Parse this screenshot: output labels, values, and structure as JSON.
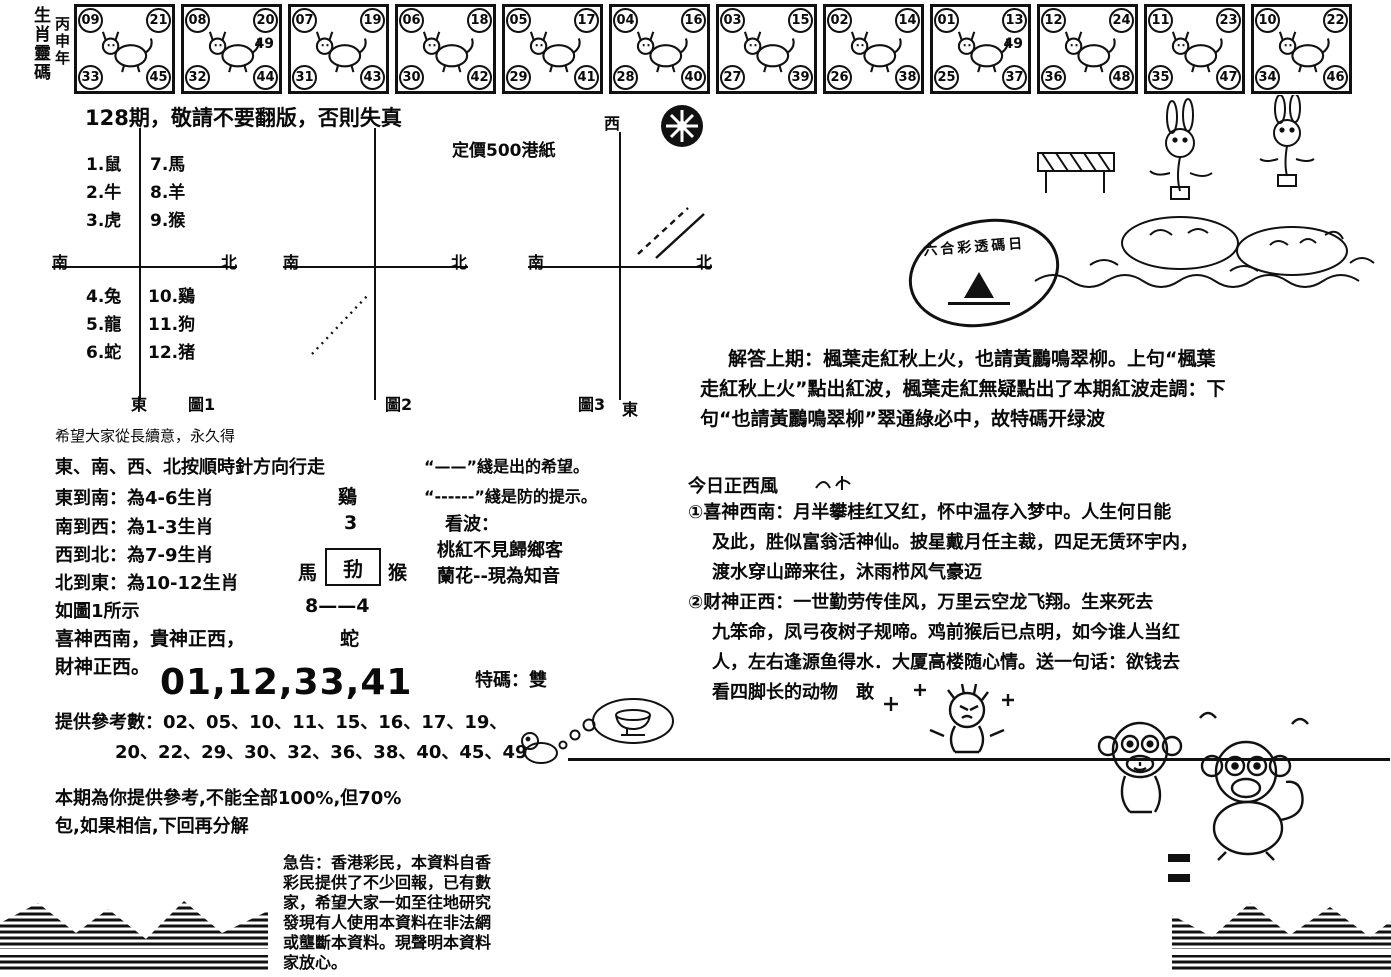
{
  "sidebar": {
    "title": "生肖靈碼",
    "year": "丙申年"
  },
  "header": {
    "notice": "128期，敬請不要翻版，否則失真",
    "price": "定價500港紙"
  },
  "top_row": {
    "boxes": [
      {
        "tl": "09",
        "tr": "21",
        "bl": "33",
        "br": "45",
        "extra": "",
        "animal": "rat"
      },
      {
        "tl": "08",
        "tr": "20",
        "bl": "32",
        "br": "44",
        "extra": "49",
        "animal": "ox"
      },
      {
        "tl": "07",
        "tr": "19",
        "bl": "31",
        "br": "43",
        "extra": "",
        "animal": "tiger"
      },
      {
        "tl": "06",
        "tr": "18",
        "bl": "30",
        "br": "42",
        "extra": "",
        "animal": "rabbit"
      },
      {
        "tl": "05",
        "tr": "17",
        "bl": "29",
        "br": "41",
        "extra": "",
        "animal": "dragon"
      },
      {
        "tl": "04",
        "tr": "16",
        "bl": "28",
        "br": "40",
        "extra": "",
        "animal": "snake"
      },
      {
        "tl": "03",
        "tr": "15",
        "bl": "27",
        "br": "39",
        "extra": "",
        "animal": "horse"
      },
      {
        "tl": "02",
        "tr": "14",
        "bl": "26",
        "br": "38",
        "extra": "",
        "animal": "goat"
      },
      {
        "tl": "01",
        "tr": "13",
        "bl": "25",
        "br": "37",
        "extra": "49",
        "animal": "monkey"
      },
      {
        "tl": "12",
        "tr": "24",
        "bl": "36",
        "br": "48",
        "extra": "",
        "animal": "rooster"
      },
      {
        "tl": "11",
        "tr": "23",
        "bl": "35",
        "br": "47",
        "extra": "",
        "animal": "dog"
      },
      {
        "tl": "10",
        "tr": "22",
        "bl": "34",
        "br": "46",
        "extra": "",
        "animal": "pig"
      }
    ]
  },
  "legend": {
    "r1c1": "1.鼠",
    "r1c2": "7.馬",
    "r2c1": "2.牛",
    "r2c2": "8.羊",
    "r3c1": "3.虎",
    "r3c2": "9.猴",
    "r4c1": "4.兔",
    "r4c2": "10.鷄",
    "r5c1": "5.龍",
    "r5c2": "11.狗",
    "r6c1": "6.蛇",
    "r6c2": "12.猪"
  },
  "diagrams": {
    "south": "南",
    "north": "北",
    "east": "東",
    "west": "西",
    "fig1": "圖1",
    "fig2": "圖2",
    "fig3": "圖3"
  },
  "left_column": {
    "hope": "希望大家從長續意，永久得",
    "walk": "東、南、西、北按順時針方向行走",
    "note1": "“——”綫是出的希望。",
    "note2": "“------”綫是防的提示。",
    "row1": "東到南：為4-6生肖",
    "row2": "南到西：為1-3生肖",
    "row3": "西到北：為7-9生肖",
    "row4": "北到東：為10-12生肖",
    "row5": "如圖1所示",
    "mini": {
      "top": "鷄",
      "num": "3",
      "left": "馬",
      "box": "劧",
      "right": "猴",
      "mid": "8——4",
      "bottom": "蛇"
    },
    "kanbo_title": "看波：",
    "kanbo1": "桃紅不見歸鄉客",
    "kanbo2": "蘭花--現為知音",
    "gods1": "喜神西南，貴神正西，",
    "gods2": "財神正西。",
    "big_numbers": "01,12,33,41",
    "special": "特碼：雙",
    "ref1": "提供參考數：02、05、10、11、15、16、17、19、",
    "ref2": "20、22、29、30、32、36、38、40、45、49",
    "disc1": "本期為你提供參考,不能全部100%,但70%",
    "disc2": "包,如果相信,下回再分解"
  },
  "right_column": {
    "answer_l1": "解答上期：楓葉走紅秋上火，也請黃鸝鳴翠柳。上句“楓葉",
    "answer_l2": "走紅秋上火”點出紅波，楓葉走紅無疑點出了本期紅波走調：下",
    "answer_l3": "句“也請黃鸝鳴翠柳”翠通綠必中，故特碼开绿波",
    "wind": "今日正西風",
    "item1_l1": "①喜神西南：月半攀桂红又红，怀中温存入梦中。人生何日能",
    "item1_l2": "及此，胜似富翁活神仙。披星戴月任主裁，四足无赁环宇内，",
    "item1_l3": "渡水穿山蹄来往，沐雨栉风气豪迈",
    "item2_l1": "②财神正西：一世勤劳传佳风，万里云空龙飞翔。生来死去",
    "item2_l2": "九笨命，凤弓夜树子规啼。鸡前猴后已点明，如今谁人当红",
    "item2_l3": "人，左右逢源鱼得水．大厦高楼随心情。送一句话：欲钱去",
    "item2_l4": "看四脚长的动物　敢"
  },
  "bottom_notice": {
    "l1": "急告：香港彩民，本資料自香",
    "l2": "彩民提供了不少回報，已有數",
    "l3": "家，希望大家一如至往地研究",
    "l4": "發現有人使用本資料在非法網",
    "l5": "或壟斷本資料。現聲明本資料",
    "l6": "家放心。"
  },
  "seal": {
    "text": "六合彩透碼日"
  },
  "colors": {
    "ink": "#111111",
    "paper": "#ffffff"
  }
}
